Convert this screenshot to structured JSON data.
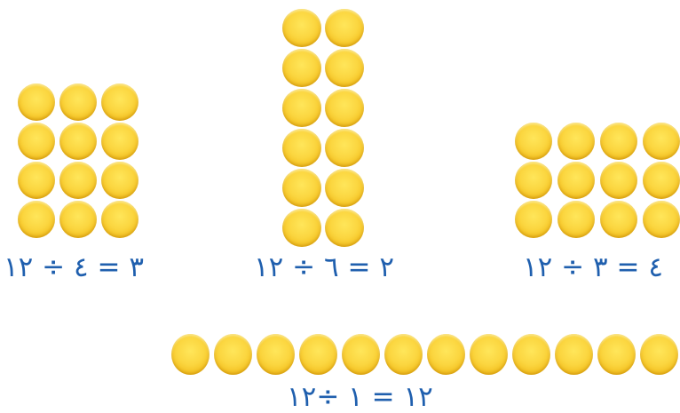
{
  "colors": {
    "coin": "#f8cf35",
    "equation_text": "#1f5fae",
    "background": "#ffffff"
  },
  "groups": [
    {
      "rows": 4,
      "cols": 3,
      "equation": "٣ = ٤ ÷ ١٢"
    },
    {
      "rows": 6,
      "cols": 2,
      "equation": "٢ = ٦ ÷ ١٢"
    },
    {
      "rows": 3,
      "cols": 4,
      "equation": "٤ = ٣ ÷ ١٢"
    },
    {
      "rows": 1,
      "cols": 12,
      "equation": "١٢ = ١ ÷١٢"
    }
  ]
}
